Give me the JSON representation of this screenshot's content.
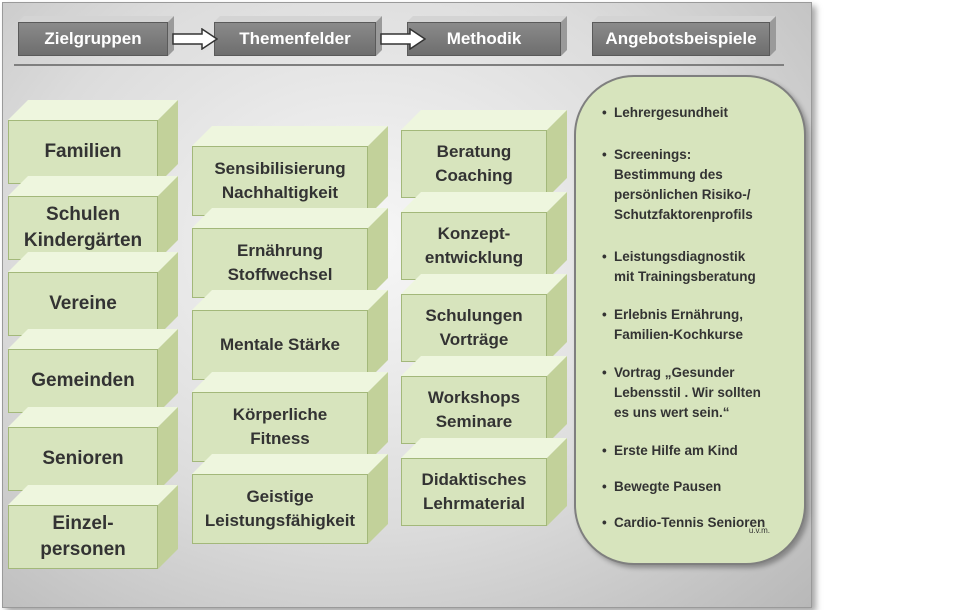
{
  "header": {
    "steps": [
      "Zielgruppen",
      "Themenfelder",
      "Methodik",
      "Angebotsbeispiele"
    ]
  },
  "zielgruppen": [
    "Familien",
    "Schulen\nKindergärten",
    "Vereine",
    "Gemeinden",
    "Senioren",
    "Einzel-\npersonen"
  ],
  "themenfelder": [
    "Sensibilisierung\nNachhaltigkeit",
    "Ernährung\nStoffwechsel",
    "Mentale Stärke",
    "Körperliche\nFitness",
    "Geistige\nLeistungsfähigkeit"
  ],
  "methodik": [
    "Beratung\nCoaching",
    "Konzept-\nentwicklung",
    "Schulungen\nVorträge",
    "Workshops\nSeminare",
    "Didaktisches\nLehrmaterial"
  ],
  "angebote": {
    "items": [
      "Lehrergesundheit",
      "Screenings:\nBestimmung des\npersönlichen Risiko-/\nSchutzfaktorenprofils",
      "Leistungsdiagnostik\nmit Trainingsberatung",
      "Erlebnis Ernährung,\nFamilien-Kochkurse",
      "Vortrag „Gesunder\nLebensstil . Wir sollten\nes uns wert sein.“",
      "Erste Hilfe am Kind",
      "Bewegte Pausen",
      "Cardio-Tennis Senioren"
    ],
    "footnote": "u.v.m.",
    "bullet": "•"
  },
  "colors": {
    "block_front": "#d7e4bd",
    "block_top": "#eef6de",
    "block_side": "#c2d19a",
    "header_box": "#7f7f7f"
  }
}
